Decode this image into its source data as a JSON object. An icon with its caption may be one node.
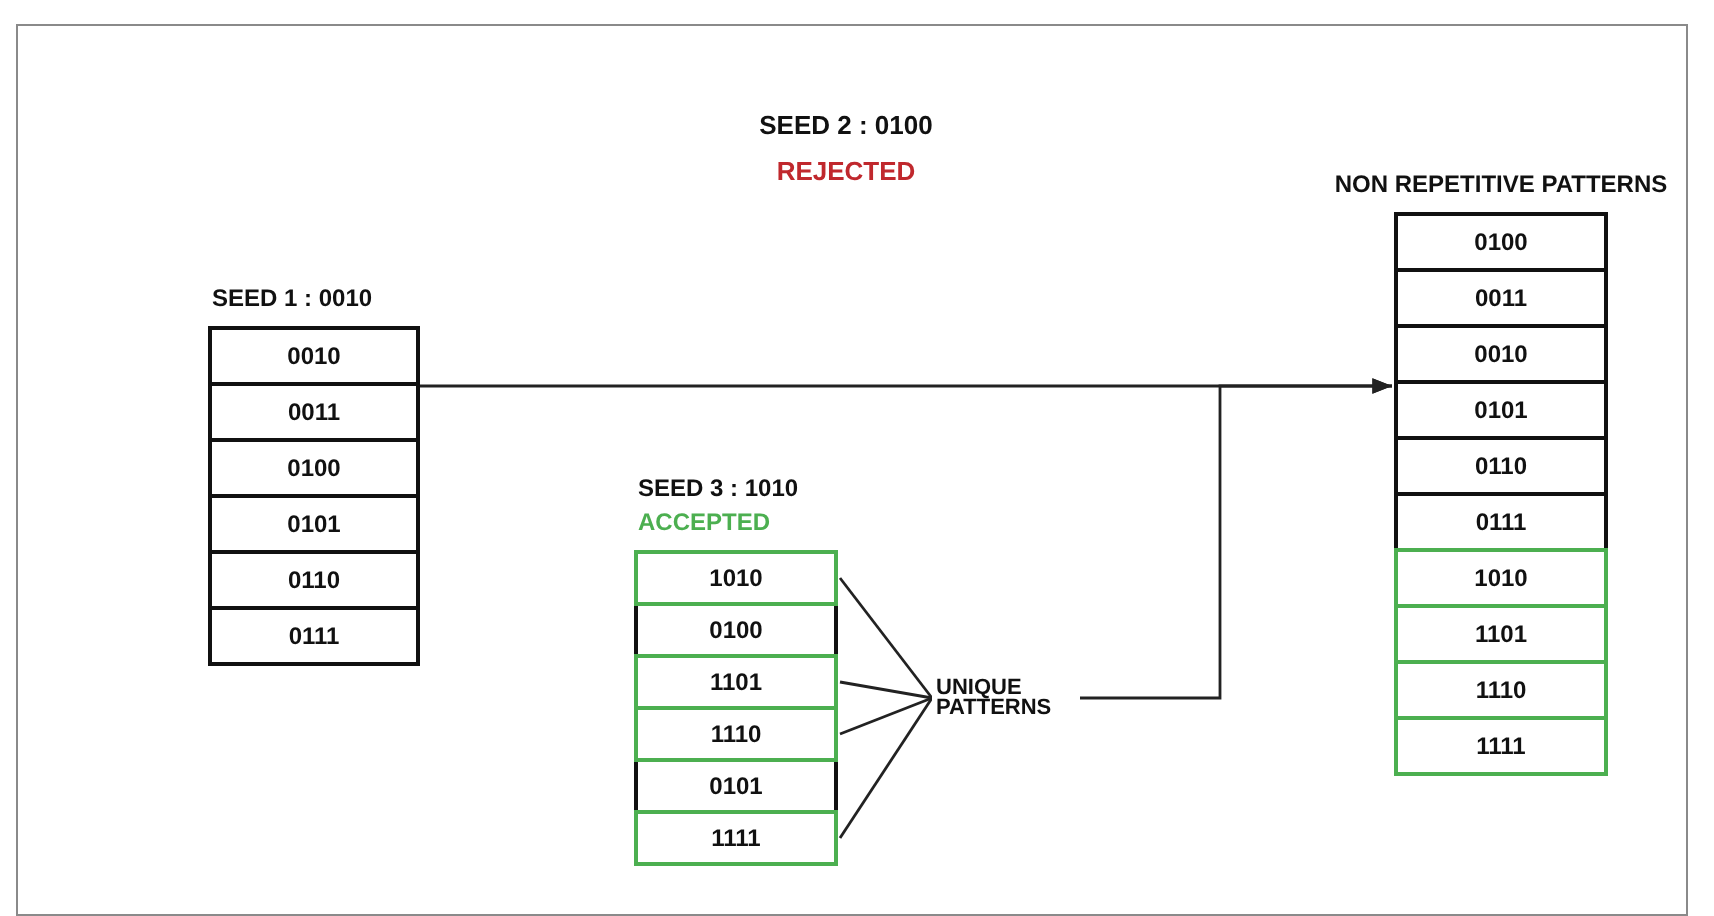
{
  "diagram": {
    "nodes": [
      {
        "text": [
          "SEED 1 : 0010"
        ]
      },
      {
        "text": [
          "0010"
        ],
        "in": 0
      },
      {
        "text": [
          "0011"
        ],
        "in": 0
      },
      {
        "text": [
          "0100"
        ],
        "in": 0
      },
      {
        "text": [
          "0101"
        ],
        "in": 0
      },
      {
        "text": [
          "0110"
        ],
        "in": 0
      },
      {
        "text": [
          "0111"
        ],
        "in": 0
      },
      {
        "text": [
          "SEED 3 : 1010",
          "ACCEPTED"
        ]
      },
      {
        "text": [
          "1010"
        ],
        "in": 7
      },
      {
        "text": [
          "0100"
        ],
        "in": 7
      },
      {
        "text": [
          "1101"
        ],
        "in": 7
      },
      {
        "text": [
          "1110"
        ],
        "in": 7
      },
      {
        "text": [
          "0101"
        ],
        "in": 7
      },
      {
        "text": [
          "1111"
        ],
        "in": 7
      },
      {
        "text": [
          "UNIQUE PATTERNS"
        ]
      },
      {
        "text": [
          "NON REPETITIVE PATTERNS"
        ]
      },
      {
        "text": [
          "0100"
        ],
        "in": 15
      },
      {
        "text": [
          "0011"
        ],
        "in": 15
      },
      {
        "text": [
          "0010"
        ],
        "in": 15
      },
      {
        "text": [
          "0101"
        ],
        "in": 15
      },
      {
        "text": [
          "0110"
        ],
        "in": 15
      },
      {
        "text": [
          "0111"
        ],
        "in": 15
      },
      {
        "text": [
          "1010"
        ],
        "in": 15
      },
      {
        "text": [
          "1101"
        ],
        "in": 15
      },
      {
        "text": [
          "1110"
        ],
        "in": 15
      },
      {
        "text": [
          "1111"
        ],
        "in": 15
      }
    ],
    "edges": [
      {
        "from": 0,
        "to": 15,
        "arrow": "to"
      },
      {
        "from": 8,
        "to": 14,
        "arrow": "none"
      },
      {
        "from": 10,
        "to": 14,
        "arrow": "none"
      },
      {
        "from": 11,
        "to": 14,
        "arrow": "none"
      },
      {
        "from": 13,
        "to": 14,
        "arrow": "none"
      },
      {
        "from": 14,
        "to": 15,
        "arrow": "to"
      }
    ],
    "labels": [
      "SEED 2 : 0100",
      "REJECTED"
    ]
  }
}
